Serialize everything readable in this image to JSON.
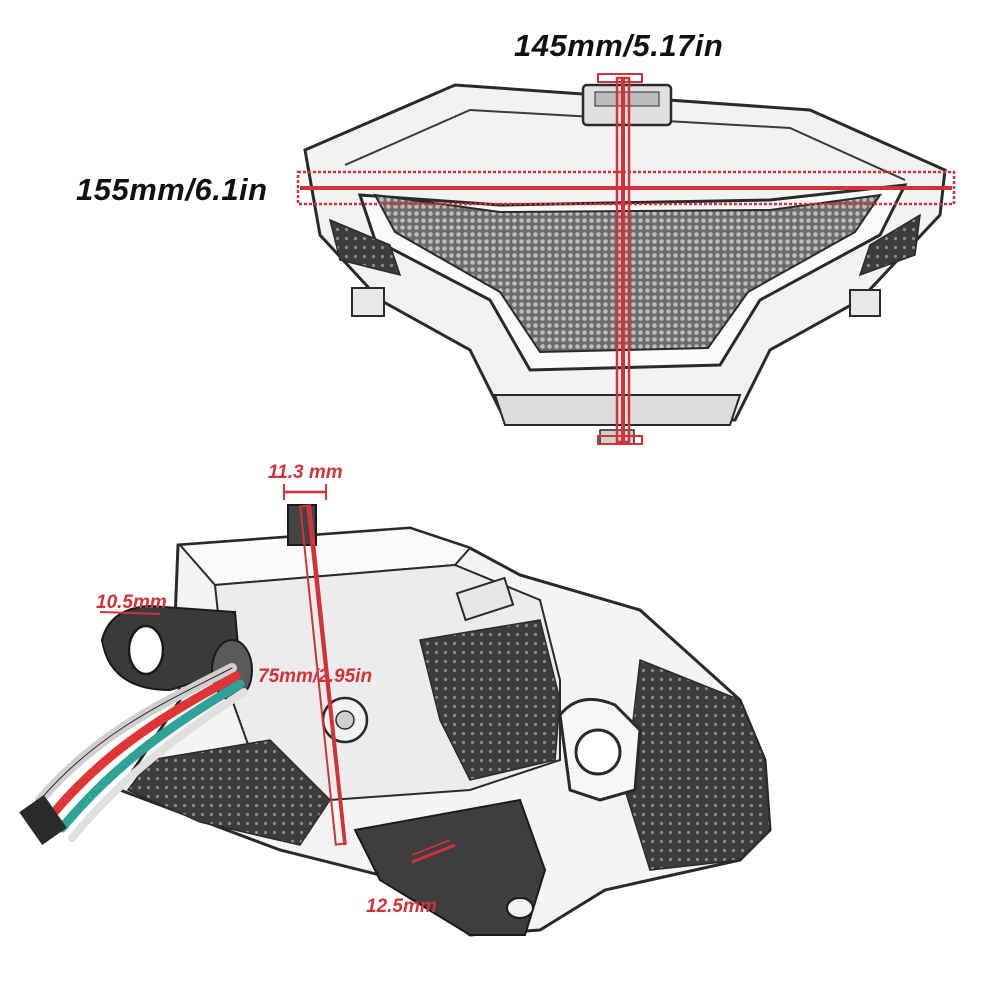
{
  "colors": {
    "dimension_line": "#d0343a",
    "outline": "#2a2a2a",
    "mesh": "#4a4a4a",
    "body_fill": "#f3f3f3",
    "text_dark": "#111111",
    "wire_red": "#e03535",
    "wire_teal": "#2fa39a",
    "wire_white": "#d9d9d9"
  },
  "top_view": {
    "width_label": "145mm/5.17in",
    "height_label": "155mm/6.1in"
  },
  "side_view": {
    "mount_width_label": "11.3 mm",
    "hole_left_label": "10.5mm",
    "depth_label": "75mm/2.95in",
    "bracket_label": "12.5mm"
  }
}
